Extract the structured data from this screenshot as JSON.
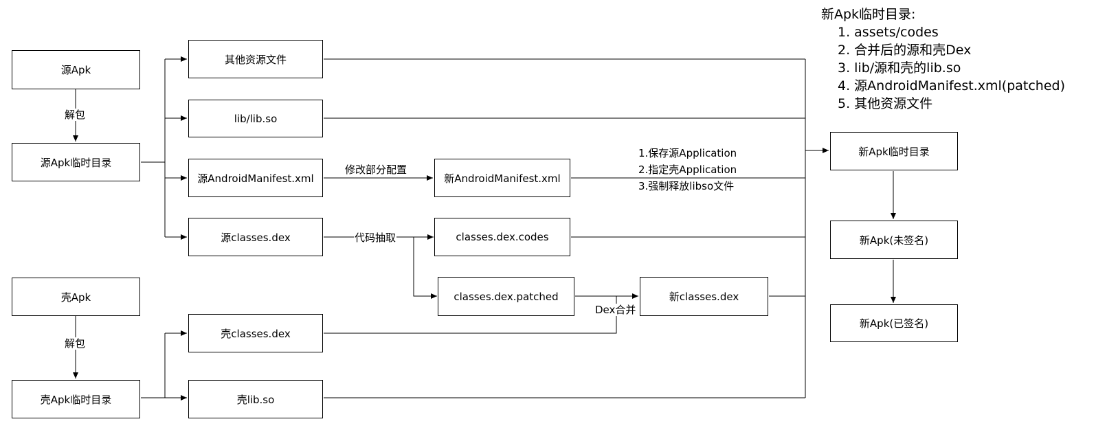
{
  "nodes": {
    "src_apk": "源Apk",
    "src_tmp": "源Apk临时目录",
    "shell_apk": "壳Apk",
    "shell_tmp": "壳Apk临时目录",
    "other_res": "其他资源文件",
    "lib_so": "lib/lib.so",
    "src_manifest": "源AndroidManifest.xml",
    "new_manifest": "新AndroidManifest.xml",
    "src_dex": "源classes.dex",
    "dex_codes": "classes.dex.codes",
    "dex_patched": "classes.dex.patched",
    "new_dex": "新classes.dex",
    "shell_dex": "壳classes.dex",
    "shell_lib": "壳lib.so",
    "new_tmp": "新Apk临时目录",
    "new_unsigned": "新Apk(未签名)",
    "new_signed": "新Apk(已签名)"
  },
  "edge_labels": {
    "unpack_src": "解包",
    "unpack_shell": "解包",
    "modify_config": "修改部分配置",
    "extract_code": "代码抽取",
    "dex_merge": "Dex合并",
    "manifest_steps": [
      "1.保存源Application",
      "2.指定壳Application",
      "3.强制释放libso文件"
    ]
  },
  "legend": {
    "title": "新Apk临时目录:",
    "items": [
      "1. assets/codes",
      "2. 合并后的源和壳Dex",
      "3. lib/源和壳的lib.so",
      "4. 源AndroidManifest.xml(patched)",
      "5. 其他资源文件"
    ]
  },
  "colors": {
    "line": "#000000",
    "box_border": "#000000",
    "background": "#ffffff"
  }
}
